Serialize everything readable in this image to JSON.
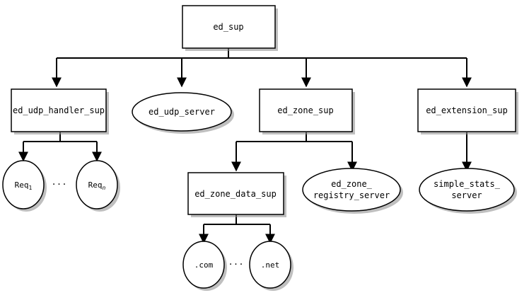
{
  "nodes": {
    "ed_sup": "ed_sup",
    "ed_udp_handler_sup": "ed_udp_handler_sup",
    "ed_udp_server": "ed_udp_server",
    "ed_zone_sup": "ed_zone_sup",
    "ed_extension_sup": "ed_extension_sup",
    "req_first": {
      "base": "Req",
      "subscript": "1"
    },
    "req_last": {
      "base": "Req",
      "subscript": "n"
    },
    "ed_zone_data_sup": "ed_zone_data_sup",
    "ed_zone_registry_server": {
      "line1": "ed_zone_",
      "line2": "registry_server"
    },
    "simple_stats_server": {
      "line1": "simple_stats_",
      "line2": "server"
    },
    "dot_com": ".com",
    "dot_net": ".net"
  },
  "ellipsis": "···",
  "edges": [
    [
      "ed_sup",
      "ed_udp_handler_sup"
    ],
    [
      "ed_sup",
      "ed_udp_server"
    ],
    [
      "ed_sup",
      "ed_zone_sup"
    ],
    [
      "ed_sup",
      "ed_extension_sup"
    ],
    [
      "ed_udp_handler_sup",
      "req_first"
    ],
    [
      "ed_udp_handler_sup",
      "req_last"
    ],
    [
      "ed_zone_sup",
      "ed_zone_data_sup"
    ],
    [
      "ed_zone_sup",
      "ed_zone_registry_server"
    ],
    [
      "ed_extension_sup",
      "simple_stats_server"
    ],
    [
      "ed_zone_data_sup",
      "dot_com"
    ],
    [
      "ed_zone_data_sup",
      "dot_net"
    ]
  ]
}
